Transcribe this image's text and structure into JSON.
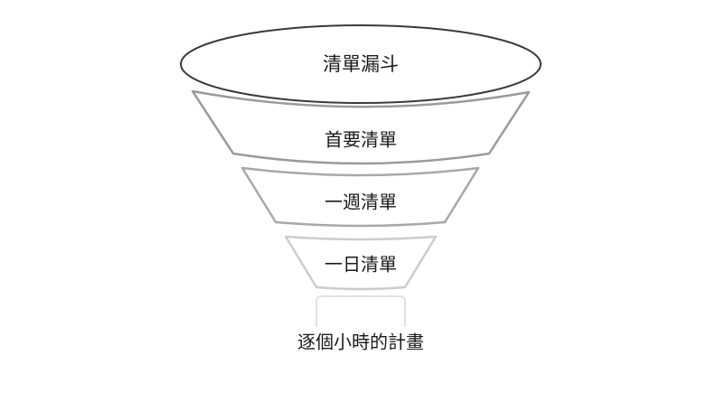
{
  "funnel": {
    "title": "清單漏斗",
    "stages": [
      {
        "label": "首要清單"
      },
      {
        "label": "一週清單"
      },
      {
        "label": "一日清單"
      }
    ],
    "base_label": "逐個小時的計畫"
  },
  "colors": {
    "background": "#ffffff",
    "rim_stroke": "#3a3a3a",
    "stage_1_stroke": "#9a9a9a",
    "stage_2_stroke": "#a8a8a8",
    "stage_3_stroke": "#cccccc",
    "base_stroke": "#e2e2e2",
    "text": "#1a1a1a"
  }
}
